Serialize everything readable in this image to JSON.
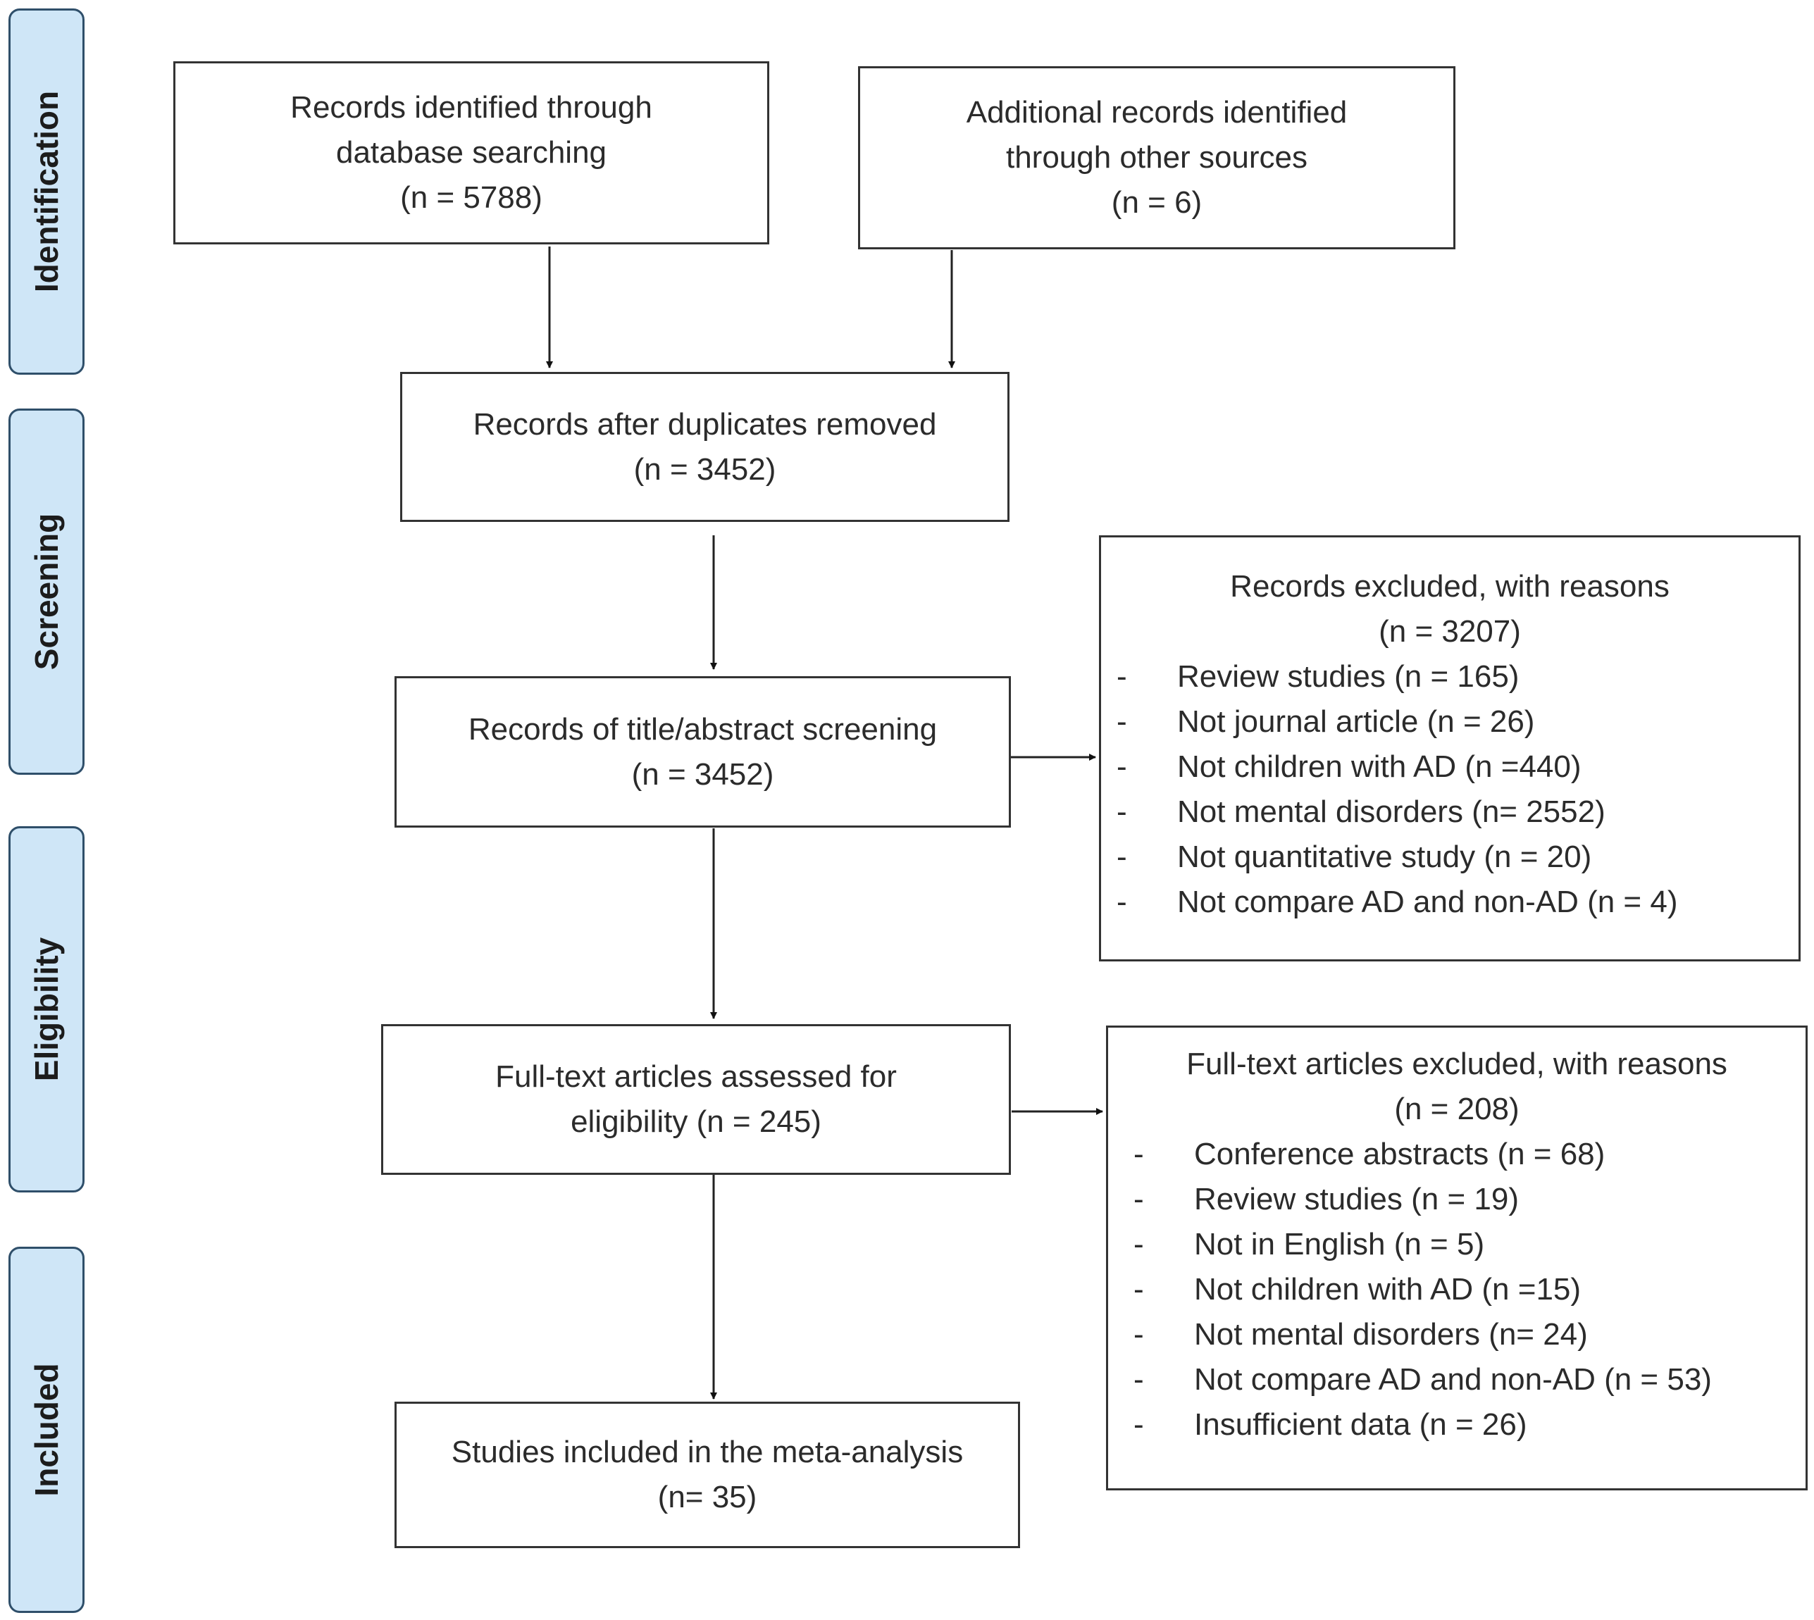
{
  "phases": {
    "identification": "Identification",
    "screening": "Screening",
    "eligibility": "Eligibility",
    "included": "Included"
  },
  "boxes": {
    "database": {
      "line1": "Records identified through",
      "line2": "database searching",
      "line3": "(n = 5788)"
    },
    "other_sources": {
      "line1": "Additional records identified",
      "line2": "through other sources",
      "line3": "(n = 6)"
    },
    "after_duplicates": {
      "line1": "Records after duplicates removed",
      "line2": "(n = 3452)"
    },
    "title_abstract": {
      "line1": "Records of title/abstract screening",
      "line2": "(n = 3452)"
    },
    "fulltext": {
      "line1": "Full-text articles assessed for",
      "line2": "eligibility (n = 245)"
    },
    "included": {
      "line1": "Studies included in the meta-analysis",
      "line2": "(n= 35)"
    }
  },
  "records_excluded": {
    "title": "Records excluded, with reasons",
    "count": "(n = 3207)",
    "bullet": "-",
    "reasons": [
      "Review studies (n = 165)",
      "Not journal article (n = 26)",
      "Not children with AD (n =440)",
      "Not mental disorders (n= 2552)",
      "Not quantitative study (n = 20)",
      "Not compare AD and non-AD (n = 4)"
    ]
  },
  "fulltext_excluded": {
    "title": "Full-text articles excluded, with reasons",
    "count": "(n = 208)",
    "bullet": "-",
    "reasons": [
      "Conference abstracts (n = 68)",
      "Review studies (n = 19)",
      "Not in English (n = 5)",
      "Not children with AD (n =15)",
      "Not mental disorders (n= 24)",
      "Not compare AD and non-AD (n = 53)",
      "Insufficient data (n = 26)"
    ]
  }
}
